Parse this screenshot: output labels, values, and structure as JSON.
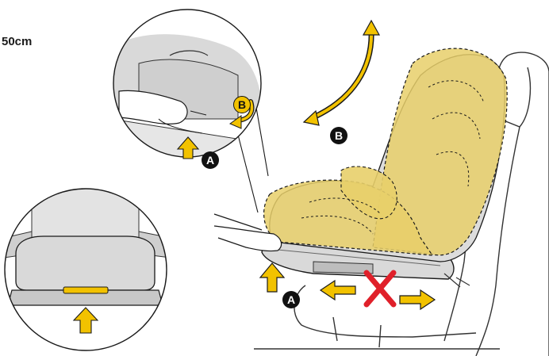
{
  "size_label": "50cm",
  "markers": {
    "a_main": "A",
    "b_main": "B",
    "a_detail": "A",
    "b_detail": "B"
  },
  "icons": {
    "push_up_arrow": "arrow-up-icon",
    "recline_arrow": "curved-double-arrow-icon",
    "forbidden_slide": "red-x-icon",
    "slide_arrows": "horizontal-arrows-icon"
  },
  "colors": {
    "accent_yellow": "#f2c200",
    "seat_fill_yellow": "#e8cf6a",
    "forbidden_red": "#e0202a",
    "outline": "#1a1a1a",
    "seat_gray": "#d9d9d9"
  }
}
